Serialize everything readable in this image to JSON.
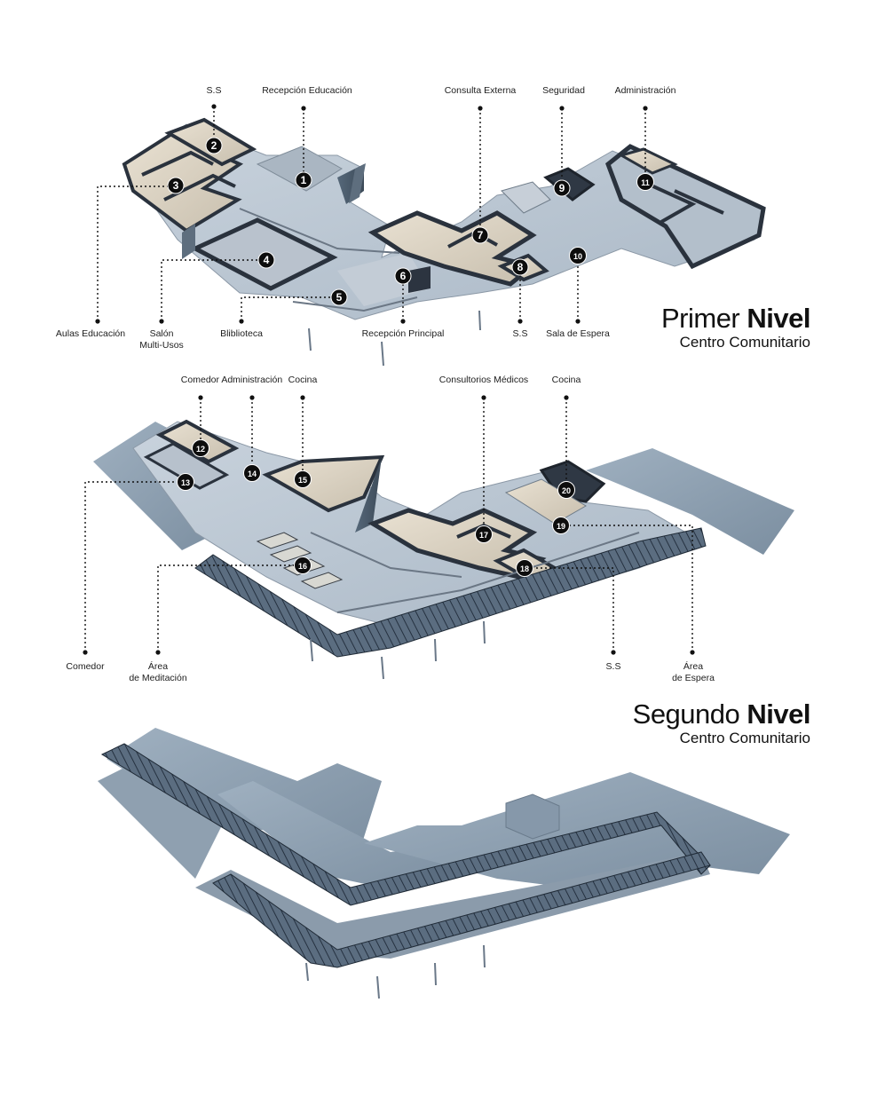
{
  "level1": {
    "title_light": "Primer",
    "title_bold": "Nivel",
    "subtitle": "Centro Comunitario",
    "labels": {
      "ss_top": "S.S",
      "recepcion_educacion": "Recepción Educación",
      "consulta_externa": "Consulta Externa",
      "seguridad": "Seguridad",
      "administracion": "Administración",
      "aulas_educacion": "Aulas Educación",
      "salon_multiusos": "Salón\nMulti-Usos",
      "biblioteca": "Bliblioteca",
      "recepcion_principal": "Recepción Principal",
      "ss_bottom": "S.S",
      "sala_espera": "Sala de Espera"
    },
    "markers": [
      "1",
      "2",
      "3",
      "4",
      "5",
      "6",
      "7",
      "8",
      "9",
      "10",
      "11"
    ]
  },
  "level2": {
    "title_light": "Segundo",
    "title_bold": "Nivel",
    "subtitle": "Centro Comunitario",
    "labels": {
      "comedor_administracion": "Comedor Administración",
      "cocina_left": "Cocina",
      "consultorios_medicos": "Consultorios Médicos",
      "cocina_right": "Cocina",
      "comedor": "Comedor",
      "area_meditacion": "Área\nde Meditación",
      "ss": "S.S",
      "area_espera": "Área\nde Espera"
    },
    "markers": [
      "12",
      "13",
      "14",
      "15",
      "16",
      "17",
      "18",
      "19",
      "20"
    ]
  }
}
